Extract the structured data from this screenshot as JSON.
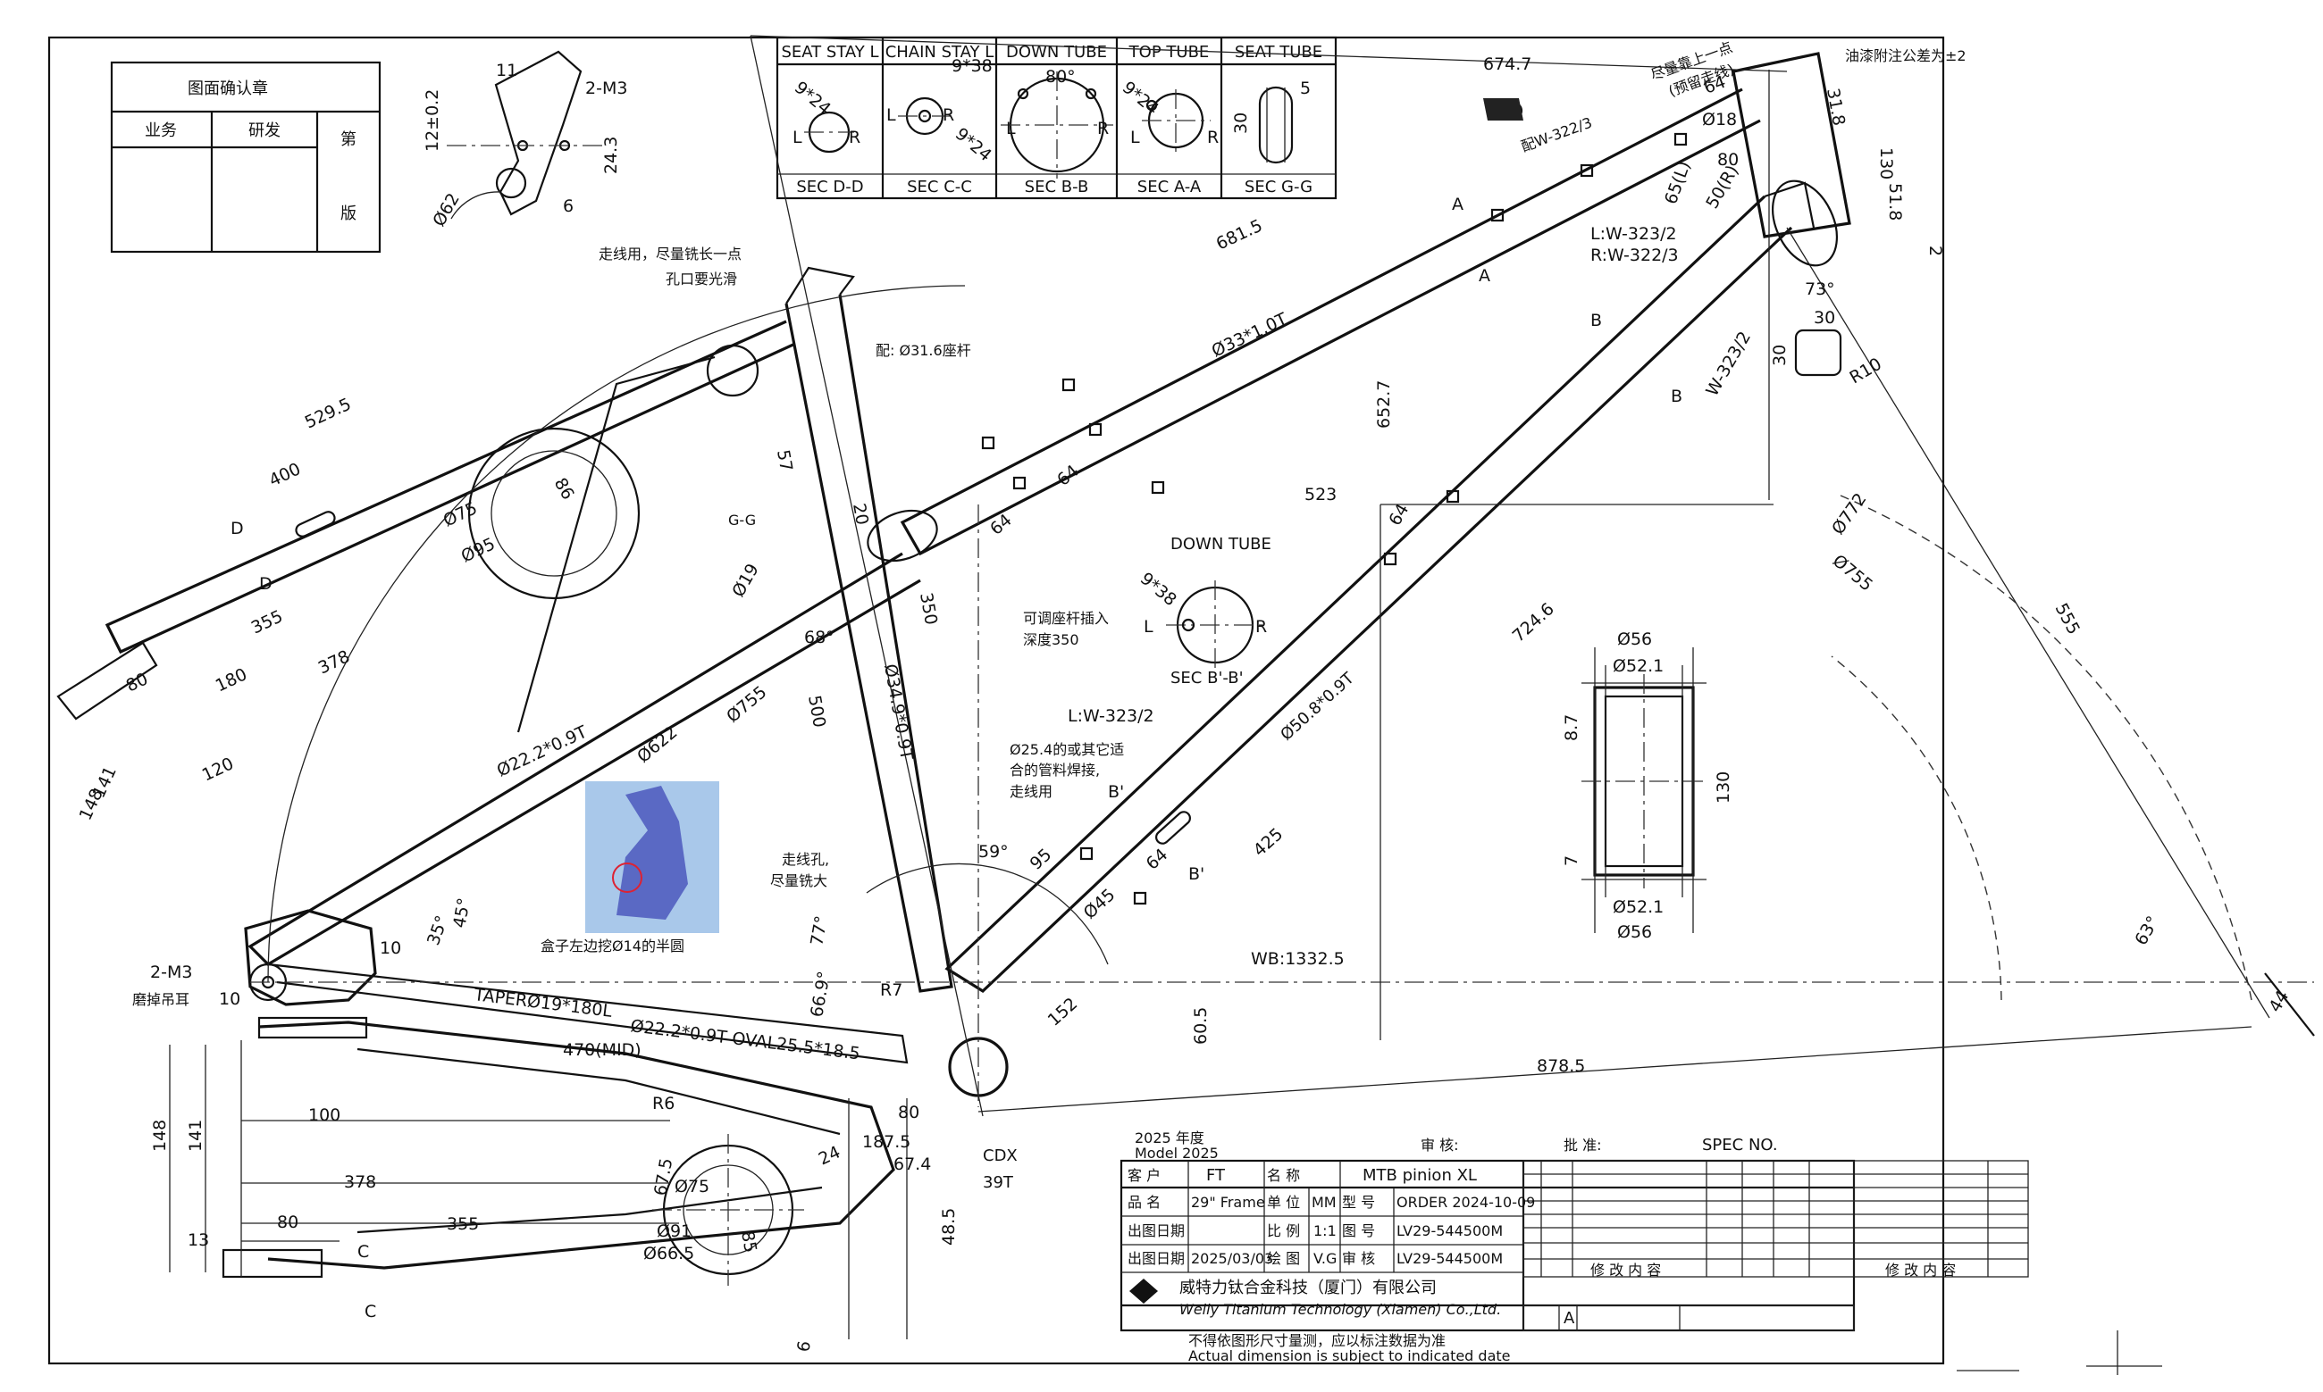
{
  "stamp_box": {
    "title": "图面确认章",
    "col_business": "业务",
    "col_rd": "研发",
    "edition_a": "第",
    "edition_b": "版"
  },
  "sections": [
    {
      "header": "SEAT STAY L",
      "label": "SEC D-D",
      "dim": "9*24"
    },
    {
      "header": "CHAIN STAY L",
      "label": "SEC C-C",
      "dim": "9*38",
      "dim2": "9*24"
    },
    {
      "header": "DOWN TUBE",
      "label": "SEC B-B",
      "dim": "80°"
    },
    {
      "header": "TOP TUBE",
      "label": "SEC A-A",
      "dim": "9*24"
    },
    {
      "header": "SEAT TUBE",
      "label": "SEC G-G",
      "dim": "30",
      "dim2": "5"
    }
  ],
  "section_lr": {
    "l": "L",
    "r": "R"
  },
  "down_tube_detail": {
    "title": "DOWN TUBE",
    "label": "SEC B'-B'",
    "dim": "9*38",
    "l": "L",
    "r": "R"
  },
  "dimensions": {
    "d674_7": "674.7",
    "d681_5": "681.5",
    "d652_7": "652.7",
    "d523": "523",
    "d724_6": "724.6",
    "d555": "555",
    "d772": "Ø772",
    "d755a": "Ø755",
    "d755b": "Ø755",
    "d622": "Ø622",
    "d529_5": "529.5",
    "d400": "400",
    "d355": "355",
    "d378": "378",
    "d180": "180",
    "d120": "120",
    "d80": "80",
    "d141": "141",
    "d148": "148",
    "d75": "Ø75",
    "d95": "Ø95",
    "d86": "86",
    "d19": "Ø19",
    "d500": "500",
    "d350": "350",
    "d57": "57",
    "d20": "20",
    "d45deg": "45°",
    "d35deg": "35°",
    "d68deg": "68°",
    "d59deg": "59°",
    "d77deg": "77°",
    "d66_9": "66.9°",
    "d63deg": "63°",
    "d73deg": "73°",
    "d44": "44",
    "d95b": "95",
    "d64a": "64",
    "d64b": "64",
    "d64c": "64",
    "d64d": "64",
    "d45": "Ø45",
    "d152": "152",
    "d425": "425",
    "d60_5": "60.5",
    "d878_5": "878.5",
    "wb": "WB:1332.5",
    "d470": "470(MID)",
    "d10a": "10",
    "d10b": "10",
    "d2m3a": "2-M3",
    "d2m3b": "2-M3",
    "d11": "11",
    "d12": "12±0.2",
    "d24_3": "24.3",
    "d62": "Ø62",
    "d6": "6",
    "d75h": "75",
    "d18": "Ø18",
    "d80h": "80",
    "d65": "65(L)",
    "d50r": "50(R)",
    "d130": "130",
    "d51_8": "51.8",
    "d2": "2",
    "d30a": "30",
    "d30b": "30",
    "d31_8": "31.8",
    "r10": "R10",
    "r7": "R7",
    "d56a": "Ø56",
    "d52a": "Ø52.1",
    "d52b": "Ø52.1",
    "d56b": "Ø56",
    "d8_7": "8.7",
    "d7": "7",
    "d130b": "130"
  },
  "tube_specs": {
    "top_tube": "Ø33*1.0T",
    "down_tube": "Ø50.8*0.9T",
    "seat_tube": "Ø34.9*0.9T",
    "seat_stay": "Ø22.2*0.9T",
    "chain_stay_taper": "TAPERØ19*180L",
    "chain_stay_mid": "Ø22.2*0.9T  OVAL25.5*18.5"
  },
  "notes": {
    "cable_route": "走线用，尽量铣长一点",
    "hole_smooth": "孔口要光滑",
    "seatpost": "配: Ø31.6座杆",
    "insert_depth_a": "可调座杆插入",
    "insert_depth_b": "深度350",
    "pipe_weld_a": "Ø25.4的或其它适",
    "pipe_weld_b": "合的管料焊接,",
    "pipe_weld_c": "走线用",
    "cable_hole_a": "走线孔,",
    "cable_hole_b": "尽量铣大",
    "box_note": "盒子左边挖Ø14的半圆",
    "grind_ear": "磨掉吊耳",
    "head_note": "尽量靠上一点",
    "head_note2": "(预留走线)",
    "part_322": "配W-322/3",
    "part_l323": "L:W-323/2",
    "part_r322": "R:W-322/3",
    "part_323": "W-323/2",
    "part_lw323": "L:W-323/2",
    "corner_note": "油漆附注公差为±2",
    "gg": "G-G",
    "cdx": "CDX",
    "cdx_teeth": "39T"
  },
  "section_marks": {
    "a": "A",
    "b": "B",
    "bp": "B'",
    "c": "C",
    "d": "D"
  },
  "title_block": {
    "year_label": "2025  年度",
    "model_label": "Model 2025",
    "reviewed_label": "审 核:",
    "approved_label": "批 准:",
    "spec_no": "SPEC NO.",
    "customer_label": "客 户",
    "customer": "FT",
    "product_label": "品 名",
    "product": "29\" Frame",
    "unit_label": "单 位",
    "unit": "MM",
    "name_label": "名 称",
    "model_name": "MTB pinion XL",
    "model_no_label": "型 号",
    "order": "ORDER 2024-10-09",
    "scale_label": "比 例",
    "scale": "1:1",
    "drawing_no_label": "图 号",
    "drawing_no": "LV29-544500M",
    "date_label": "出图日期",
    "date": "2025/03/03",
    "drawn_label": "绘 图",
    "drawn_by": "V.G",
    "checked_label": "审 核",
    "checked_no": "LV29-544500M",
    "company_cn": "威特力钛合金科技（厦门）有限公司",
    "company_en": "Welly Titanium Technology (Xiamen) Co.,Ltd.",
    "revision_label": "A",
    "rev_content_cn": "修 改 内 容",
    "rev_content_en": "修 改 内 容",
    "footer_cn": "不得依图形尺寸量测，应以标注数据为准",
    "footer_en": "Actual dimension is subject to indicated date"
  }
}
